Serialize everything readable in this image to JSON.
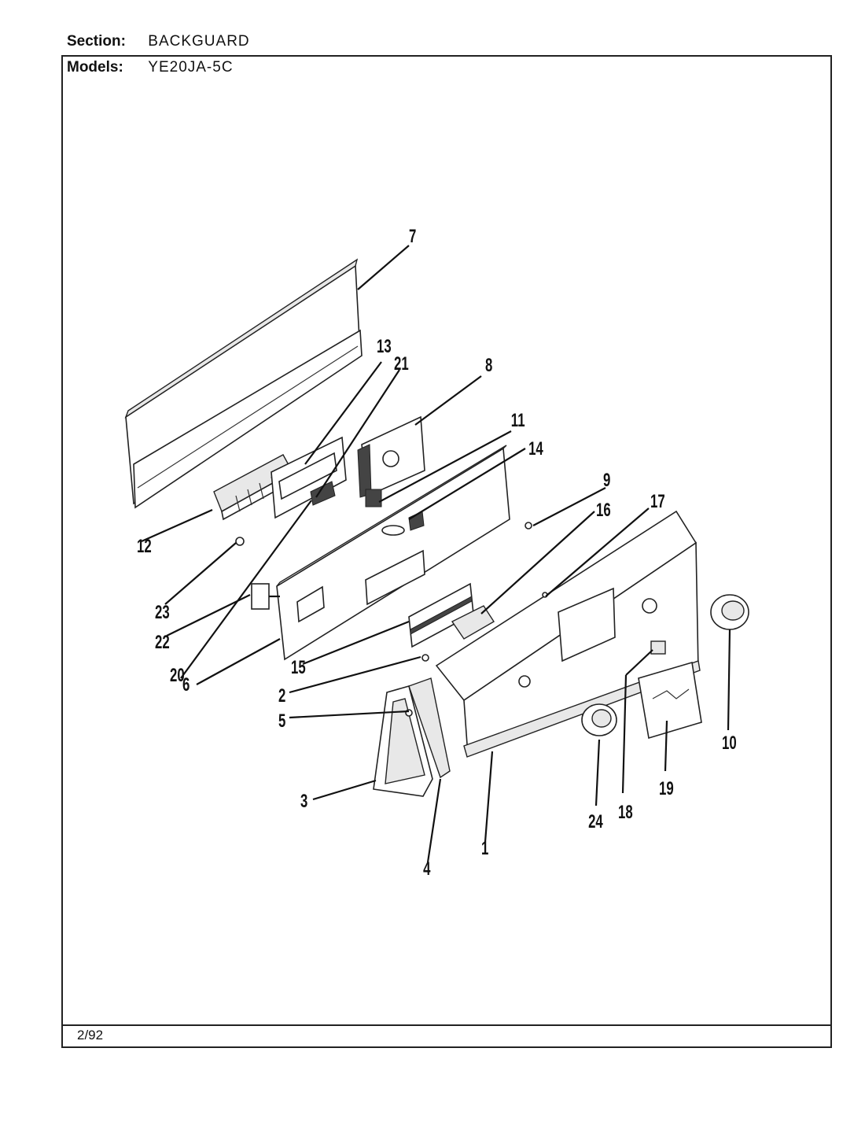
{
  "header": {
    "section_label": "Section:",
    "section_value": "BACKGUARD",
    "models_label": "Models:",
    "models_value": "YE20JA-5C"
  },
  "footer": {
    "date": "2/92"
  },
  "callouts": [
    "1",
    "2",
    "3",
    "4",
    "5",
    "6",
    "7",
    "8",
    "9",
    "10",
    "11",
    "12",
    "13",
    "14",
    "15",
    "16",
    "17",
    "18",
    "19",
    "20",
    "21",
    "22",
    "23",
    "24"
  ]
}
